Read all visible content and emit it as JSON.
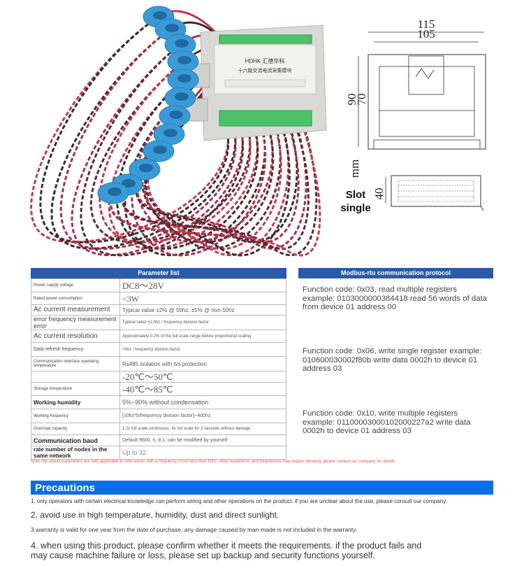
{
  "drawing": {
    "dim_width_outer": "115",
    "dim_width_inner": "105",
    "dim_height_outer": "90",
    "dim_height_inner": "70",
    "unit": "mm",
    "depth": "40",
    "slot_line1": "Slot",
    "slot_line2": "single"
  },
  "photo": {
    "brand": "HDHK 汇德华科",
    "module_name": "十六路交流电流采集模块"
  },
  "params": {
    "title": "Parameter list",
    "rows": [
      {
        "key": "Power supply voltage",
        "value": "DC8～28V"
      },
      {
        "key": "Rated power consumption",
        "value": "<3W"
      },
      {
        "key": "Ac current measurement",
        "value": "Typical value ±2% @ 50hz, ±5% @ non-50hz"
      },
      {
        "key": "error frequency measurement error",
        "value": "Typical value ±2.5hz / frequency division factor"
      },
      {
        "key": "Ac current resolution",
        "value": "Approximately 0.2% of the full scale range before proportional scaling"
      },
      {
        "key": "Data refresh frequency",
        "value": ">5hz / frequency division factor"
      },
      {
        "key": "Communication interface operating temperature",
        "value": "Rs485 isolation with tvs protection"
      },
      {
        "key": "",
        "value": "-20℃～50℃"
      },
      {
        "key": "Storage temperature",
        "value": "-40℃～85℃"
      },
      {
        "key": "Working humidity",
        "value": "5%~90% without condensation"
      },
      {
        "key": "Working frequency",
        "value": "[10hz*5/frequency division factor]~400hz"
      },
      {
        "key": "Overload capacity",
        "value": "1.2x full scale continuous, 4x full scale for 2 seconds without damage"
      },
      {
        "key": "Communication baud",
        "value": "Default 9600, n, 8,1, can be modified by yourself"
      },
      {
        "key": "rate number of nodes in the same network",
        "value": "Up to 32"
      }
    ]
  },
  "modbus": {
    "title": "Modbus-rtu communication protocol",
    "blocks": [
      "Function code: 0x03, read multiple registers example: 0103000000384418 read 56 words of data from device 01 address 00",
      "Function code: 0x06, write single register example: 010600030002f80b write data 0002h to device 01 address 03",
      "Function code: 0x10, write multiple registers example: 01100003000102000227a2 write data 0002h to device 01 address 03"
    ]
  },
  "note": "Note: the above parameters are only applicable to sine waves with a frequency of not less than 50hz. other waveforms and frequencies may require derating. please contact our company for details.",
  "precautions": {
    "title": "Precautions",
    "items": [
      "1. only operators with certain electrical knowledge can perform wiring and other operations on the product. if you are unclear about the use, please consult our company.",
      "2. avoid use in high temperature, humidity, dust and direct sunlight.",
      "3.warranty is valid for one year from the date of purchase, any damage caused by man-made is not included in the warranty.",
      "4. when using this product, please confirm whether it meets the requirements. if the product fails and",
      "may cause machine failure or loss, please set up backup and security functions yourself."
    ]
  }
}
